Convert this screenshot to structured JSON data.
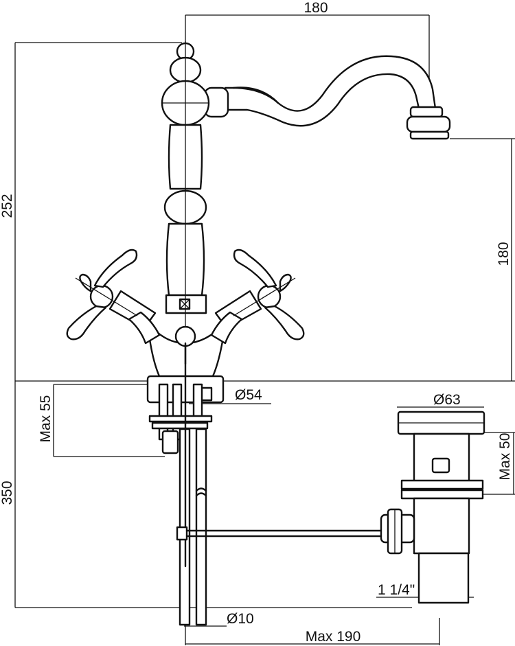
{
  "dimensions": {
    "spout_reach": "180",
    "total_height": "252",
    "spout_height": "180",
    "base_diameter": "Ø54",
    "max_deck_thickness": "Max 55",
    "below_deck_length": "350",
    "waste_head_diameter": "Ø63",
    "waste_max_thickness": "Max 50",
    "waste_thread": "1 1/4\"",
    "rod_diameter": "Ø10",
    "max_rod_distance": "Max 190"
  }
}
